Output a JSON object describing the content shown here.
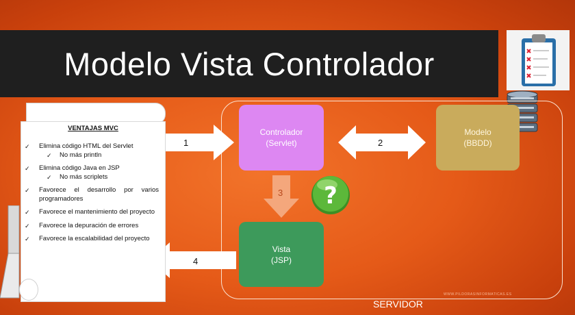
{
  "slide": {
    "title": "Modelo Vista Controlador",
    "server_label": "SERVIDOR",
    "watermark": "WWW.PILDORASINFORMATICAS.ES"
  },
  "advantages": {
    "heading": "VENTAJAS MVC",
    "items": [
      {
        "text": "Elimina código HTML del Servlet",
        "sub": "No más println"
      },
      {
        "text": "Elimina código Java en JSP",
        "sub": "No más scriplets"
      },
      {
        "text": "Favorece el desarrollo por varios programadores",
        "sub": ""
      },
      {
        "text": "Favorece el mantenimiento del proyecto",
        "sub": ""
      },
      {
        "text": "Favorece la depuración de errores",
        "sub": ""
      },
      {
        "text": "Favorece la escalabilidad del proyecto",
        "sub": ""
      }
    ],
    "check_glyph": "✓"
  },
  "nodes": {
    "controller": {
      "line1": "Controlador",
      "line2": "(Servlet)"
    },
    "model": {
      "line1": "Modelo",
      "line2": "(BBDD)"
    },
    "view": {
      "line1": "Vista",
      "line2": "(JSP)"
    }
  },
  "arrows": {
    "a1": "1",
    "a2": "2",
    "a3": "3",
    "a4": "4"
  },
  "icons": {
    "question": "?",
    "clipboard": "clipboard-checklist-icon",
    "database": "database-icon",
    "laptop": "laptop-icon"
  },
  "colors": {
    "controller": "#dd87f2",
    "model": "#c9ab5c",
    "view": "#3d9a5b",
    "arrow3": "#f4a77c",
    "question": "#5cb83a"
  }
}
